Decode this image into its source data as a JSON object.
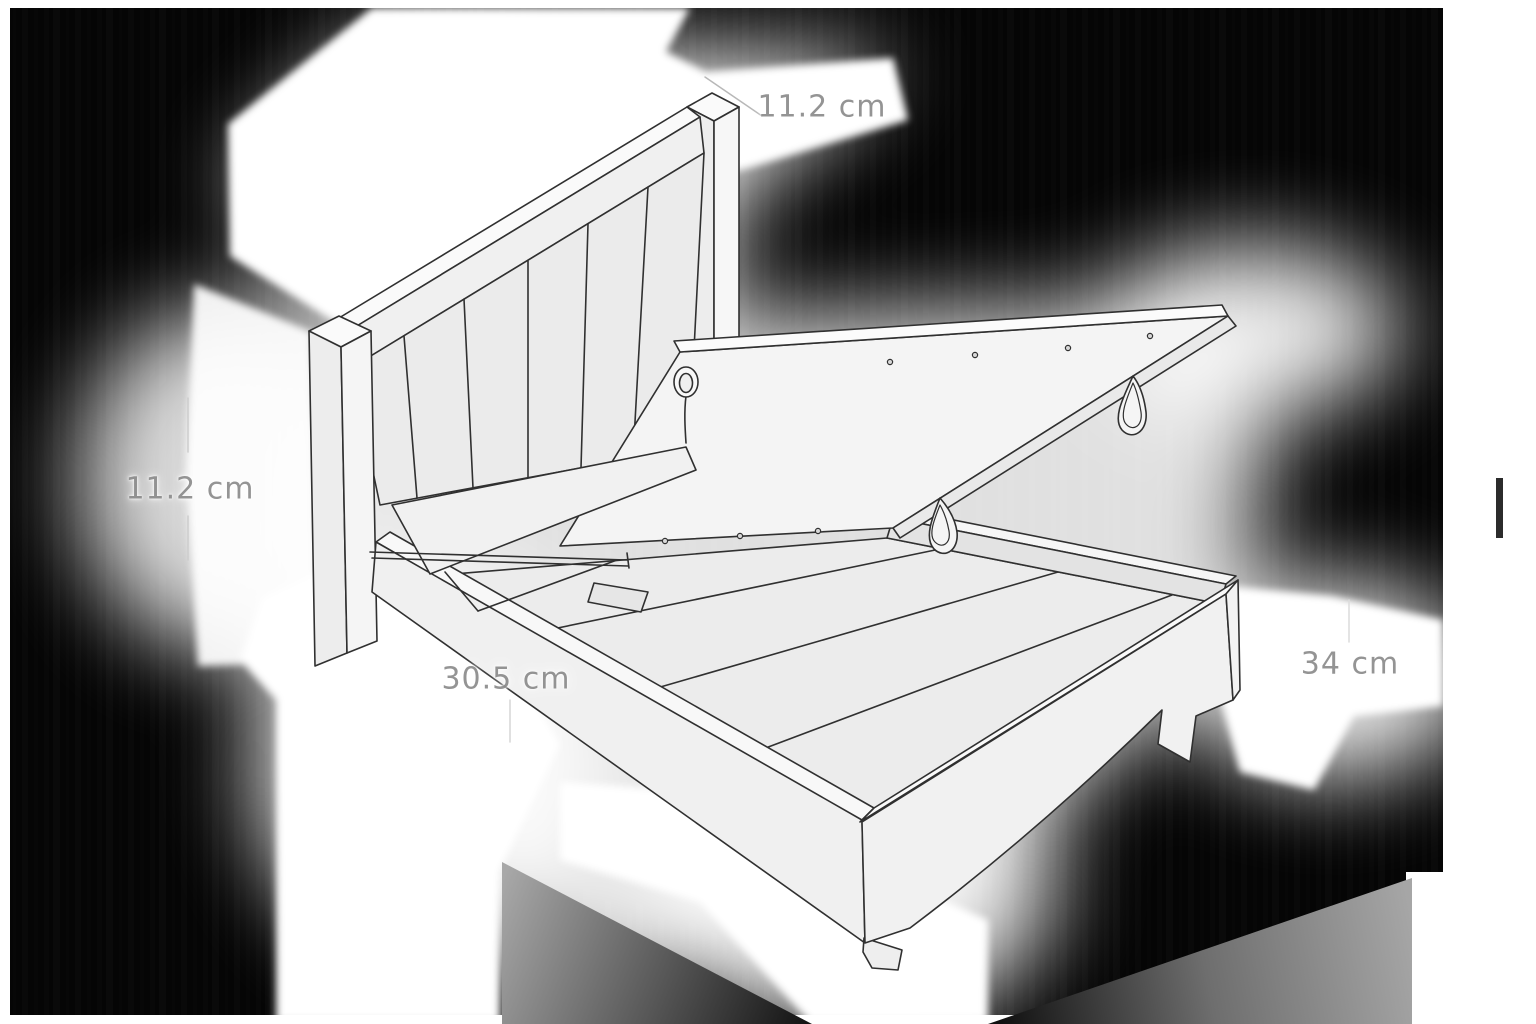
{
  "diagram": {
    "subject": "Ottoman storage bed shown open with lift-up slatted top",
    "view": "isometric technical line drawing on dark background",
    "dimensions": {
      "headboard_top_width": "11.2 cm",
      "headboard_side_height": "11.2 cm",
      "side_rail_depth": "30.5 cm",
      "footboard_height": "34 cm"
    },
    "colors": {
      "background": "#050505",
      "glow": "#ffffff",
      "line": "#303030",
      "panel_fill": "#eeeeee",
      "label_text": "#8f8f8f",
      "edge_tick": "#2b2b2b"
    }
  }
}
